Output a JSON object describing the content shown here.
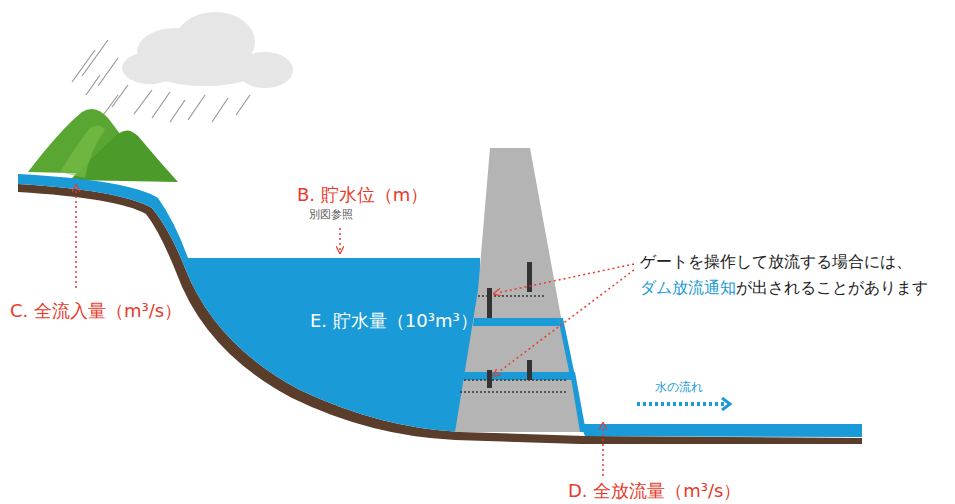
{
  "diagram": {
    "labels": [
      "B. 貯水位（m）",
      "別図参照",
      "C. 全流入量（m³/s）",
      "E. 貯水量（10³m³）",
      "ゲートを操作して放流する場合には、",
      "ダム放流通知",
      "が出されることがあります",
      "水の流れ",
      "D. 全放流量（m³/s）"
    ]
  }
}
